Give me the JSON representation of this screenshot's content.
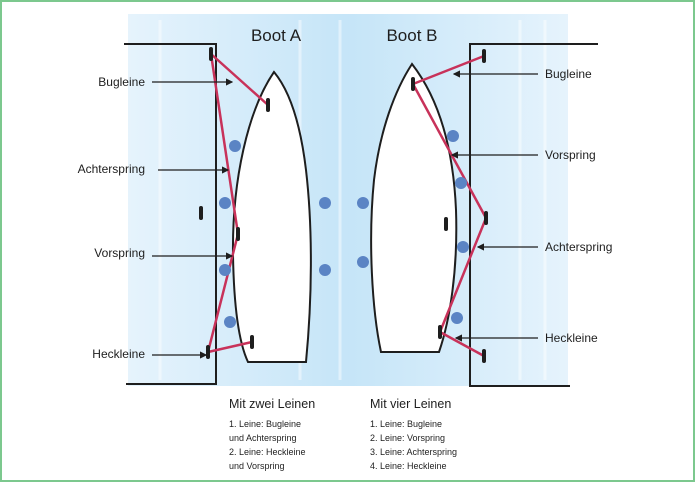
{
  "boats": {
    "a": {
      "title": "Boot A"
    },
    "b": {
      "title": "Boot B"
    }
  },
  "labels": {
    "a": {
      "bugleine": "Bugleine",
      "achterspring": "Achterspring",
      "vorspring": "Vorspring",
      "heckleine": "Heckleine"
    },
    "b": {
      "bugleine": "Bugleine",
      "vorspring": "Vorspring",
      "achterspring": "Achterspring",
      "heckleine": "Heckleine"
    }
  },
  "captions": {
    "a": {
      "title": "Mit zwei Leinen",
      "items": [
        "1. Leine: Bugleine",
        "und Achterspring",
        "2. Leine: Heckleine",
        "und Vorspring"
      ]
    },
    "b": {
      "title": "Mit vier Leinen",
      "items": [
        "1. Leine: Bugleine",
        "2. Leine: Vorspring",
        "3. Leine: Achterspring",
        "4. Leine: Heckleine"
      ]
    }
  },
  "colors": {
    "frame": "#7cc88e",
    "water": "#cfe9fa",
    "line": "#c8325a",
    "fender": "#5b84c4",
    "ink": "#1e1e1e"
  }
}
